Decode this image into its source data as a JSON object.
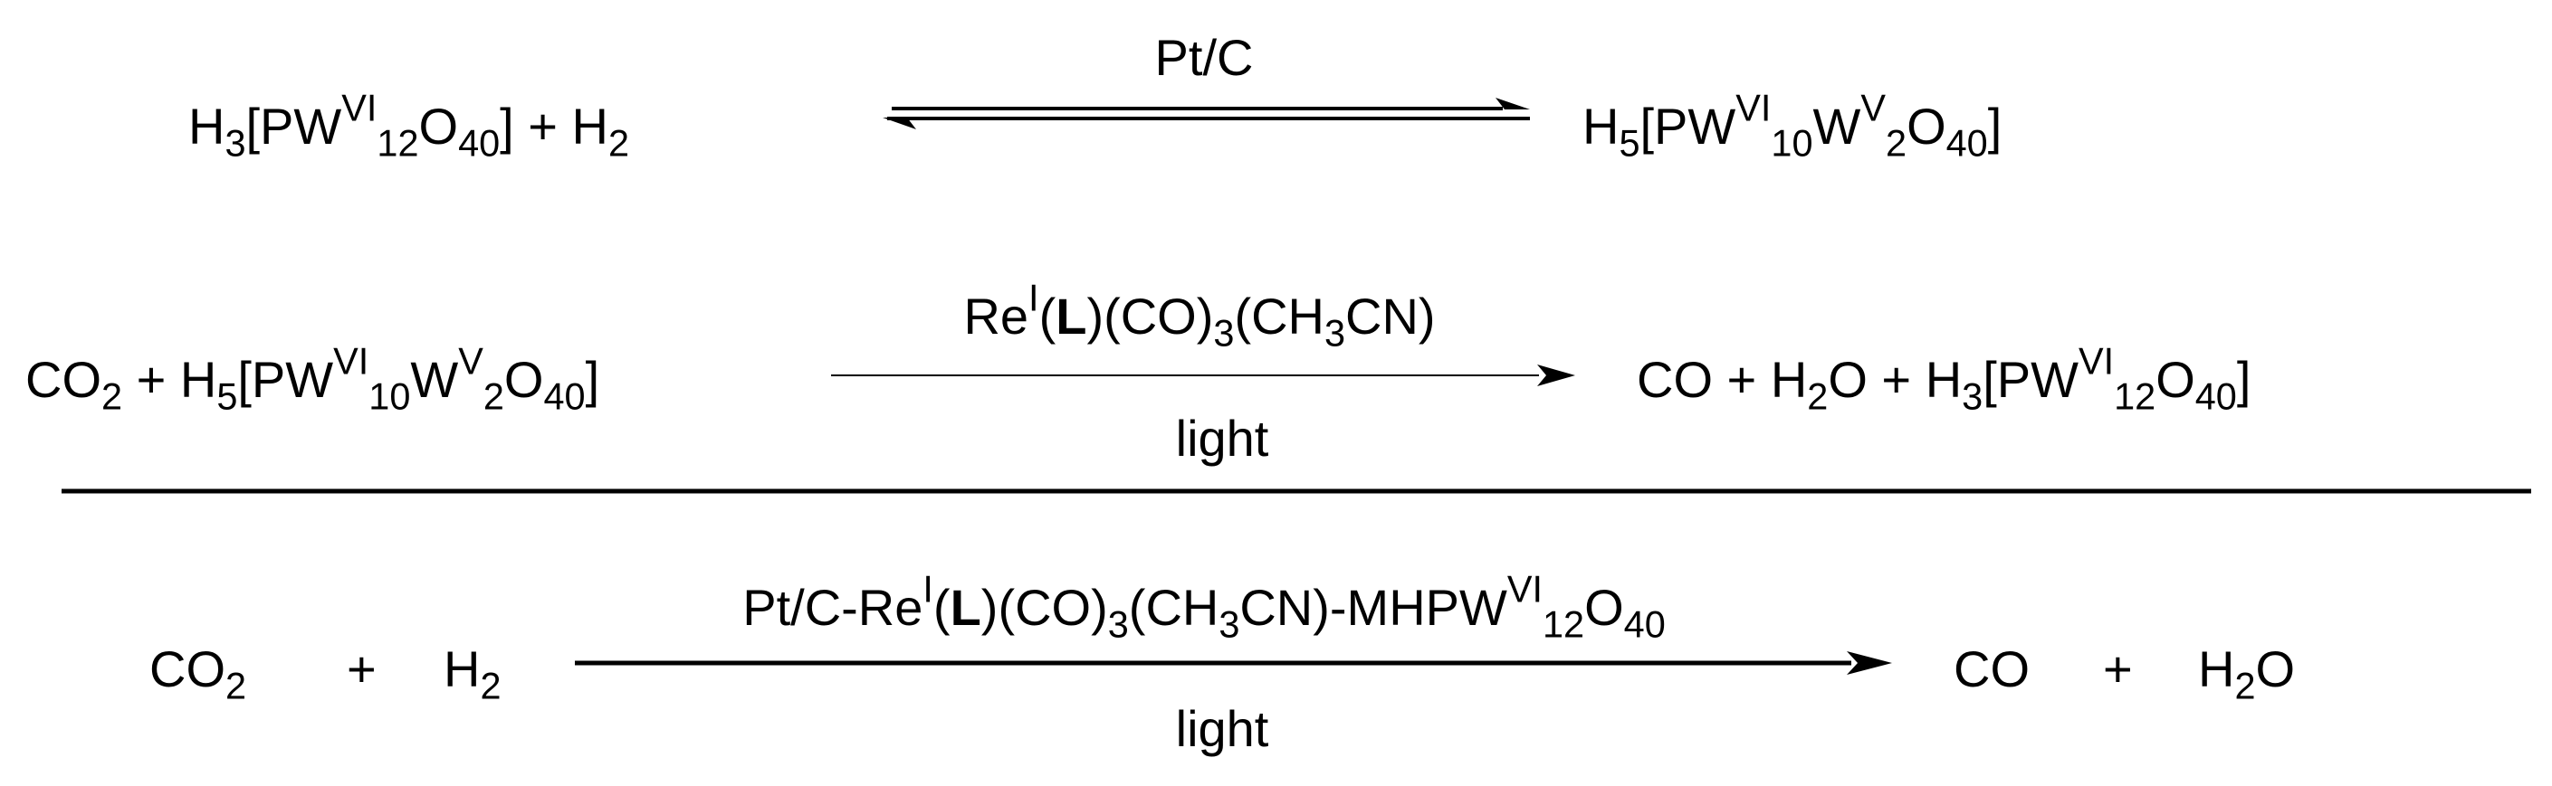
{
  "reaction1": {
    "reactant": {
      "a": "H",
      "a_sub": "3",
      "b": "[PW",
      "b_sup": "VI",
      "c_sub": "12",
      "d": "O",
      "d_sub": "40",
      "e": "] + H",
      "e_sub": "2"
    },
    "catalyst": "Pt/C",
    "product": {
      "a": "H",
      "a_sub": "5",
      "b": "[PW",
      "b_sup": "VI",
      "c_sub": "10",
      "d": "W",
      "d_sup": "V",
      "e_sub": "2",
      "f": "O",
      "f_sub": "40",
      "g": "]"
    }
  },
  "reaction2": {
    "reactant": {
      "a": "CO",
      "a_sub": "2",
      "b": " + H",
      "b_sub": "5",
      "c": "[PW",
      "c_sup": "VI",
      "d_sub": "10",
      "e": "W",
      "e_sup": "V",
      "f_sub": "2",
      "g": "O",
      "g_sub": "40",
      "h": "]"
    },
    "catalyst": {
      "a": "Re",
      "a_sup": "I",
      "b": "(",
      "bold": "L",
      "c": ")(CO)",
      "c_sub": "3",
      "d": "(CH",
      "d_sub": "3",
      "e": "CN)"
    },
    "condition": "light",
    "product": {
      "a": "CO + H",
      "a_sub": "2",
      "b": "O + H",
      "b_sub": "3",
      "c": "[PW",
      "c_sup": "VI",
      "d_sub": "12",
      "e": "O",
      "e_sub": "40",
      "f": "]"
    }
  },
  "reaction3": {
    "reactant1": {
      "a": "CO",
      "a_sub": "2"
    },
    "plus1": "+",
    "reactant2": {
      "a": "H",
      "a_sub": "2"
    },
    "catalyst": {
      "a": "Pt/C-Re",
      "a_sup": "I",
      "b": "(",
      "bold": "L",
      "c": ")(CO)",
      "c_sub": "3",
      "d": "(CH",
      "d_sub": "3",
      "e": "CN)-MHPW",
      "e_sup": "VI",
      "f_sub": "12",
      "g": "O",
      "g_sub": "40"
    },
    "condition": "light",
    "product1": {
      "a": "CO"
    },
    "plus2": "+",
    "product2": {
      "a": "H",
      "a_sub": "2",
      "b": "O"
    }
  },
  "colors": {
    "ink": "#000000",
    "background": "#ffffff"
  }
}
